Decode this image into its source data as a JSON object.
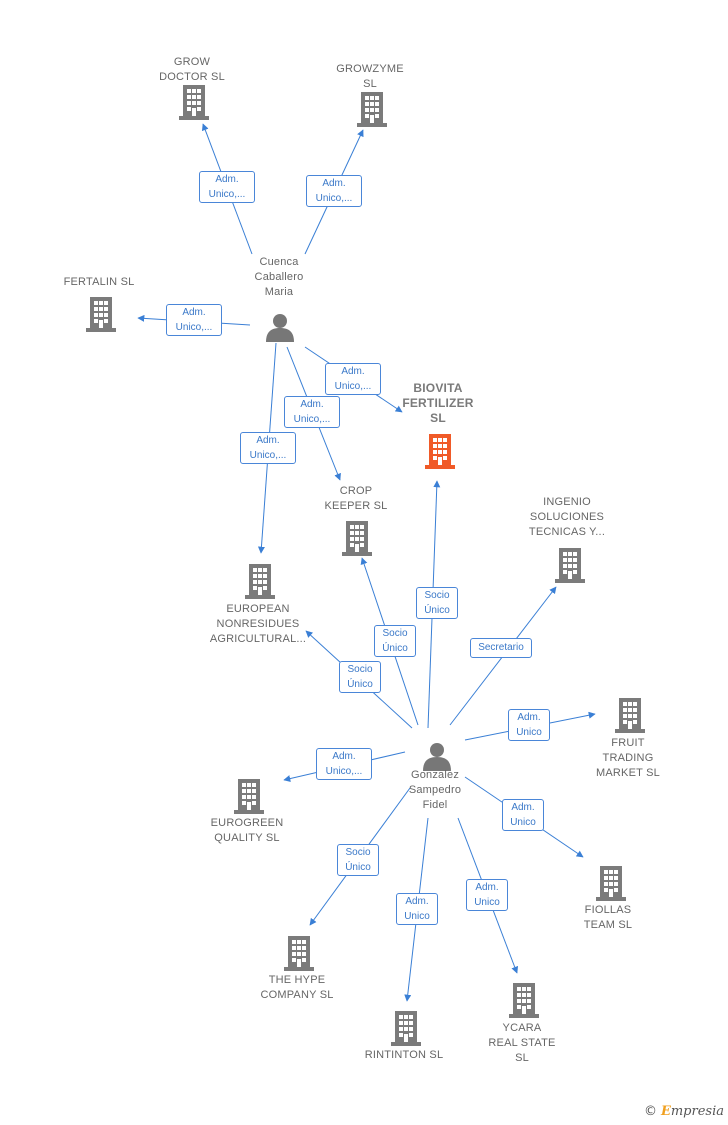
{
  "colors": {
    "edge": "#3a7fd5",
    "building": "#7b7b7b",
    "focus": "#f05a28",
    "person": "#777777"
  },
  "watermark": {
    "symbol": "©",
    "brand_initial": "E",
    "brand_rest": "mpresia"
  },
  "nodes": [
    {
      "id": "grow",
      "label": "GROW\nDOCTOR  SL",
      "kind": "company",
      "icon": "building-icon"
    },
    {
      "id": "growzyme",
      "label": "GROWZYME\nSL",
      "kind": "company",
      "icon": "building-icon"
    },
    {
      "id": "fertalin",
      "label": "FERTALIN  SL",
      "kind": "company",
      "icon": "building-icon"
    },
    {
      "id": "cuenca",
      "label": "Cuenca\nCaballero\nMaria",
      "kind": "person",
      "icon": "person-icon"
    },
    {
      "id": "biovita",
      "label": "BIOVITA\nFERTILIZER\nSL",
      "kind": "focus",
      "icon": "building-icon"
    },
    {
      "id": "crop",
      "label": "CROP\nKEEPER  SL",
      "kind": "company",
      "icon": "building-icon"
    },
    {
      "id": "ingenio",
      "label": "INGENIO\nSOLUCIONES\nTECNICAS Y...",
      "kind": "company",
      "icon": "building-icon"
    },
    {
      "id": "european",
      "label": "EUROPEAN\nNONRESIDUES\nAGRICULTURAL...",
      "kind": "company",
      "icon": "building-icon"
    },
    {
      "id": "fruit",
      "label": "FRUIT\nTRADING\nMARKET  SL",
      "kind": "company",
      "icon": "building-icon"
    },
    {
      "id": "gonzalez",
      "label": "Gonzalez\nSampedro\nFidel",
      "kind": "person",
      "icon": "person-icon"
    },
    {
      "id": "eurogreen",
      "label": "EUROGREEN\nQUALITY  SL",
      "kind": "company",
      "icon": "building-icon"
    },
    {
      "id": "fiollas",
      "label": "FIOLLAS\nTEAM  SL",
      "kind": "company",
      "icon": "building-icon"
    },
    {
      "id": "hype",
      "label": "THE HYPE\nCOMPANY  SL",
      "kind": "company",
      "icon": "building-icon"
    },
    {
      "id": "rintinton",
      "label": "RINTINTON  SL",
      "kind": "company",
      "icon": "building-icon"
    },
    {
      "id": "ycara",
      "label": "YCARA\nREAL STATE\nSL",
      "kind": "company",
      "icon": "building-icon"
    }
  ],
  "edges": [
    {
      "from": "cuenca",
      "to": "grow",
      "label": "Adm.\nUnico,..."
    },
    {
      "from": "cuenca",
      "to": "growzyme",
      "label": "Adm.\nUnico,..."
    },
    {
      "from": "cuenca",
      "to": "fertalin",
      "label": "Adm.\nUnico,..."
    },
    {
      "from": "cuenca",
      "to": "biovita",
      "label": "Adm.\nUnico,..."
    },
    {
      "from": "cuenca",
      "to": "crop",
      "label": "Adm.\nUnico,..."
    },
    {
      "from": "cuenca",
      "to": "european",
      "label": "Adm.\nUnico,..."
    },
    {
      "from": "gonzalez",
      "to": "biovita",
      "label": "Socio\nÚnico"
    },
    {
      "from": "gonzalez",
      "to": "crop",
      "label": "Socio\nÚnico"
    },
    {
      "from": "gonzalez",
      "to": "european",
      "label": "Socio\nÚnico"
    },
    {
      "from": "gonzalez",
      "to": "ingenio",
      "label": "Secretario"
    },
    {
      "from": "gonzalez",
      "to": "fruit",
      "label": "Adm.\nUnico"
    },
    {
      "from": "gonzalez",
      "to": "eurogreen",
      "label": "Adm.\nUnico,..."
    },
    {
      "from": "gonzalez",
      "to": "fiollas",
      "label": "Adm.\nUnico"
    },
    {
      "from": "gonzalez",
      "to": "hype",
      "label": "Socio\nÚnico"
    },
    {
      "from": "gonzalez",
      "to": "rintinton",
      "label": "Adm.\nUnico"
    },
    {
      "from": "gonzalez",
      "to": "ycara",
      "label": "Adm.\nUnico"
    }
  ]
}
